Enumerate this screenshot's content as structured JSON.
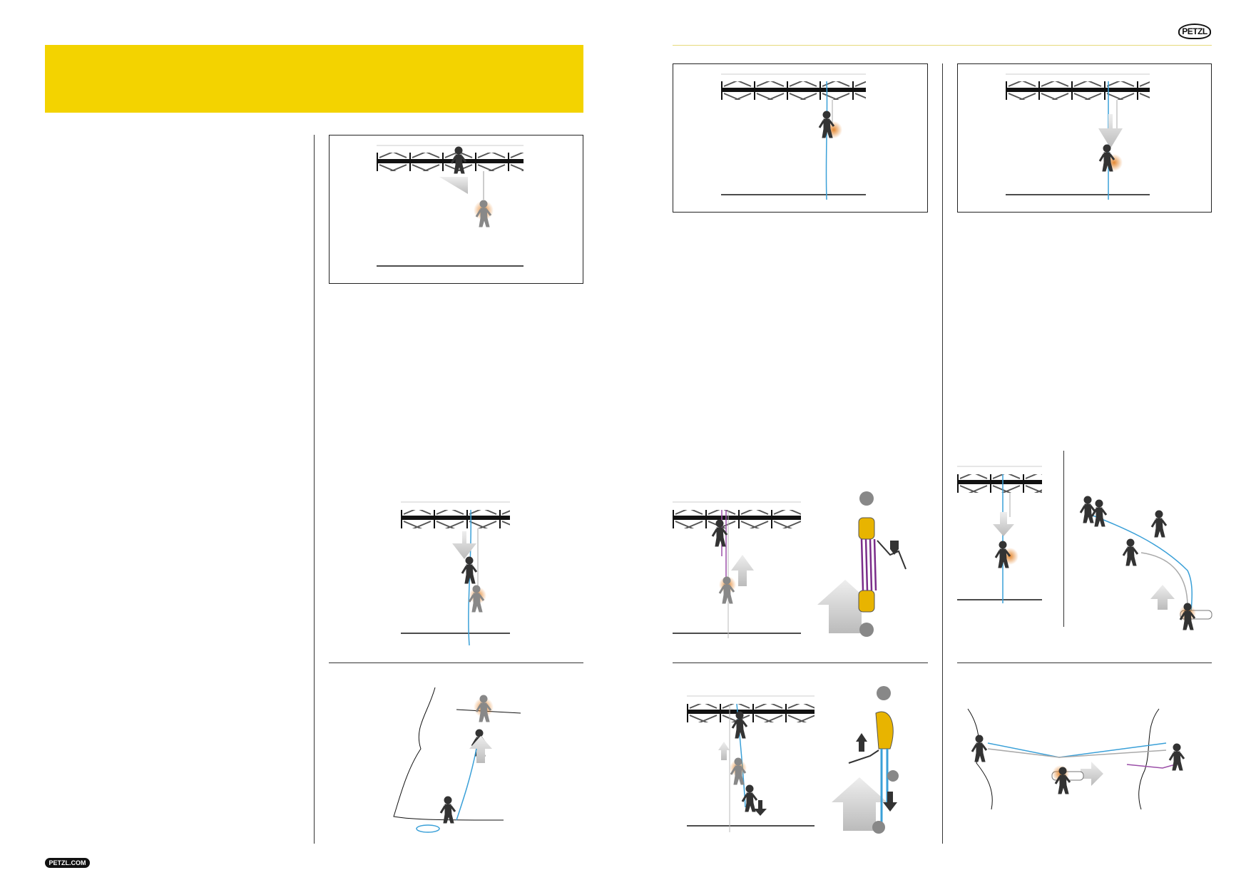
{
  "header": {
    "brand_logo": "PETZL"
  },
  "footer": {
    "website": "PETZL.COM"
  },
  "colors": {
    "banner": "#f3d300",
    "rope_blue": "#3aa0d8",
    "rope_purple": "#9b4fa8",
    "victim_glow": "#e07a1a",
    "device_yellow": "#e8b400"
  },
  "illustrations": [
    "truss-rescue-fall",
    "truss-rope-descent",
    "truss-lowering",
    "truss-assisted-descent",
    "haul-system",
    "pulley-device",
    "truss-counterweight",
    "tyrolean-setup",
    "cliff-rescue",
    "truss-lift",
    "ascender-device",
    "tyrolean-traverse"
  ]
}
